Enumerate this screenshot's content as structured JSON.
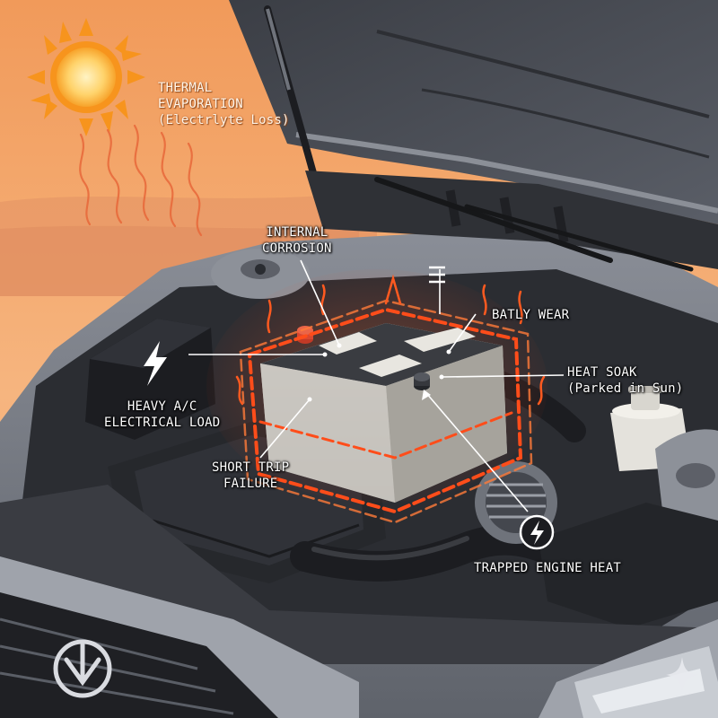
{
  "colors": {
    "sky_top": "#f3a565",
    "sky_bottom": "#f7c08c",
    "sun": "#fbb03b",
    "heat": "#ff4d1a",
    "car_body": "#6b6f78",
    "engine_dark": "#232529",
    "label_text": "#ffffff"
  },
  "labels": {
    "thermal": {
      "line1": "THERMAL",
      "line2": "EVAPORATION",
      "line3": "(Electrlyte Loss)"
    },
    "corrosion": {
      "line1": "INTERNAL",
      "line2": "CORROSION"
    },
    "wear": {
      "line1": "BATLY WEAR"
    },
    "heat_soak": {
      "line1": "HEAT SOAK",
      "line2": "(Parked in Sun)"
    },
    "ac_load": {
      "line1": "HEAVY A/C",
      "line2": "ELECTRICAL LOAD"
    },
    "short_trip": {
      "line1": "SHORT TRIP",
      "line2": "FAILURE"
    },
    "engine_heat": {
      "line1": "TRAPPED ENGINE HEAT"
    }
  },
  "icons": {
    "sun": "sun-icon",
    "lightning": "lightning-icon",
    "clock_bolt": "clock-bolt-icon",
    "sparkle": "sparkle-icon",
    "car_logo": "car-logo-icon"
  }
}
